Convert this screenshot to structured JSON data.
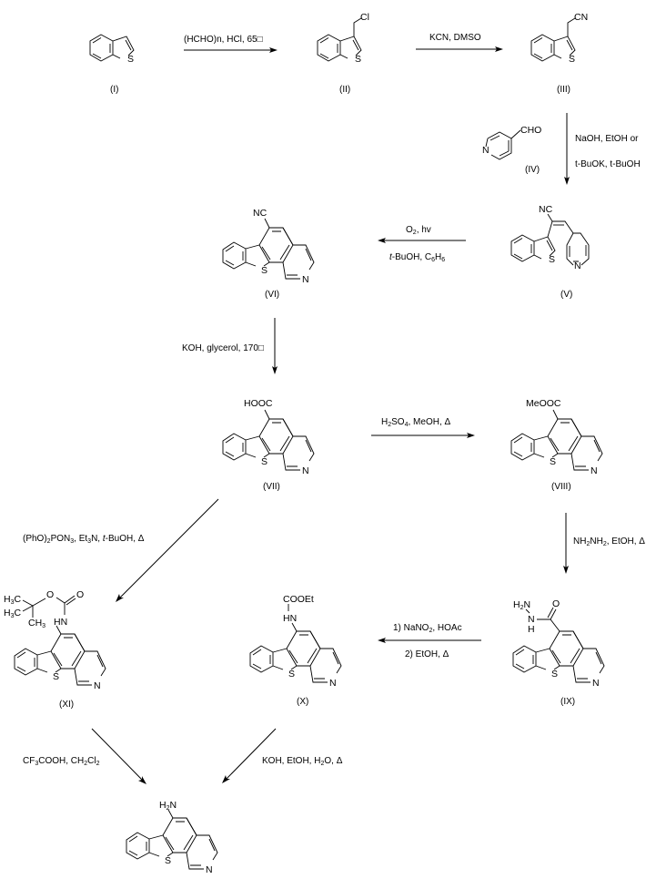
{
  "title": "Synthesis of benzothieno[2,3-h]isoquinolin-6-amine",
  "compounds": [
    {
      "id": "I",
      "label": "(I)",
      "substituent": ""
    },
    {
      "id": "II",
      "label": "(II)",
      "substituent": "Cl"
    },
    {
      "id": "III",
      "label": "(III)",
      "substituent": "CN"
    },
    {
      "id": "IV",
      "label": "(IV)",
      "substituent": "CHO",
      "ring_atom": "N"
    },
    {
      "id": "V",
      "label": "(V)",
      "substituent": "NC",
      "ring_atom": "N"
    },
    {
      "id": "VI",
      "label": "(VI)",
      "substituent": "NC",
      "ring_atom": "N"
    },
    {
      "id": "VII",
      "label": "(VII)",
      "substituent": "HOOC",
      "ring_atom": "N"
    },
    {
      "id": "VIII",
      "label": "(VIII)",
      "substituent": "MeOOC",
      "ring_atom": "N"
    },
    {
      "id": "IX",
      "label": "(IX)",
      "substituent_parts": [
        "H2N",
        "N",
        "H",
        "O"
      ],
      "ring_atom": "N"
    },
    {
      "id": "X",
      "label": "(X)",
      "substituent_parts": [
        "COOEt",
        "HN"
      ],
      "ring_atom": "N"
    },
    {
      "id": "XI",
      "label": "(XI)",
      "substituent_parts": [
        "H3C",
        "H3C",
        "CH3",
        "O",
        "O",
        "HN"
      ],
      "ring_atom": "N"
    },
    {
      "id": "final",
      "label": "",
      "substituent": "H2N",
      "ring_atom": "N"
    }
  ],
  "hetero_atom": "S",
  "steps": [
    {
      "from": "I",
      "to": "II",
      "conditions": [
        "(HCHO)n, HCl, 65□"
      ]
    },
    {
      "from": "II",
      "to": "III",
      "conditions": [
        "KCN, DMSO"
      ]
    },
    {
      "from": "III",
      "to": "V",
      "conditions": [
        "NaOH, EtOH or",
        "t-BuOK, t-BuOH"
      ],
      "reagent": "IV"
    },
    {
      "from": "V",
      "to": "VI",
      "conditions": [
        "O2, hv",
        "t-BuOH, C6H6"
      ]
    },
    {
      "from": "VI",
      "to": "VII",
      "conditions": [
        "KOH, glycerol, 170□"
      ]
    },
    {
      "from": "VII",
      "to": "VIII",
      "conditions": [
        "H2SO4, MeOH, Δ"
      ]
    },
    {
      "from": "VIII",
      "to": "IX",
      "conditions": [
        "NH2NH2, EtOH, Δ"
      ]
    },
    {
      "from": "IX",
      "to": "X",
      "conditions": [
        "1) NaNO2, HOAc",
        "2) EtOH, Δ"
      ]
    },
    {
      "from": "VII",
      "to": "XI",
      "conditions": [
        "(PhO)2PON3, Et3N, t-BuOH, Δ"
      ]
    },
    {
      "from": "XI",
      "to": "final",
      "conditions": [
        "CF3COOH, CH2Cl2"
      ]
    },
    {
      "from": "X",
      "to": "final",
      "conditions": [
        "KOH, EtOH, H2O, Δ"
      ]
    }
  ]
}
